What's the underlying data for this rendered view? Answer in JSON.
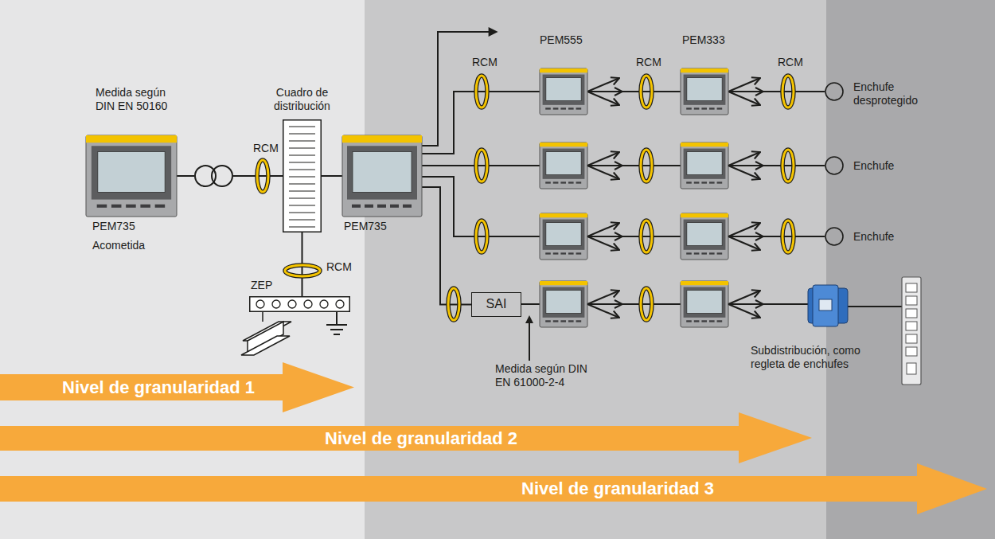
{
  "diagram": {
    "nodes": [
      {
        "text": [
          "Medida según DIN EN 50160",
          "PEM735",
          "Acometida"
        ]
      },
      {
        "text": [
          "Cuadro de distribución"
        ]
      },
      {
        "text": [
          "ZEP"
        ]
      },
      {
        "text": [
          "PEM735"
        ]
      },
      {
        "text": [
          "PEM555"
        ]
      },
      {
        "text": [
          "PEM333"
        ]
      },
      {
        "text": [
          "Enchufe desprotegido"
        ]
      },
      {
        "text": [
          "Enchufe"
        ]
      },
      {
        "text": [
          "Enchufe"
        ]
      },
      {
        "text": [
          "SAI"
        ]
      },
      {
        "text": [
          "Subdistribución, como regleta de enchufes"
        ]
      },
      {
        "text": [
          "Nivel de granularidad 1"
        ]
      },
      {
        "text": [
          "Nivel de granularidad 2"
        ]
      },
      {
        "text": [
          "Nivel de granularidad 3"
        ]
      }
    ],
    "edges": [
      {
        "from": 0,
        "to": 1,
        "arrow": "none"
      },
      {
        "from": 1,
        "to": 2,
        "arrow": "none"
      },
      {
        "from": 1,
        "to": 3,
        "arrow": "none"
      },
      {
        "from": 3,
        "to": 4,
        "arrow": "none"
      },
      {
        "from": 4,
        "to": 5,
        "arrow": "none"
      },
      {
        "from": 5,
        "to": 6,
        "arrow": "none"
      },
      {
        "from": 3,
        "to": 9,
        "arrow": "none"
      }
    ],
    "labels": [
      "RCM",
      "RCM",
      "RCM",
      "RCM",
      "RCM",
      "Medida según DIN EN 61000-2-4"
    ]
  }
}
